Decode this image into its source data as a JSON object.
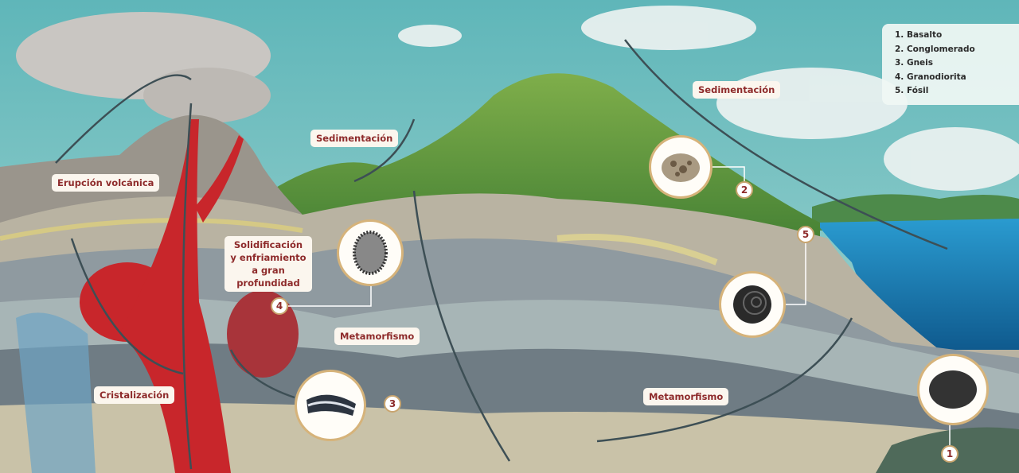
{
  "labels": {
    "eruption": "Erupción volcánica",
    "sedimentation_left": "Sedimentación",
    "sedimentation_right": "Sedimentación",
    "solidification": "Solidificación y enfriamiento a gran profundidad",
    "metamorphism_upper": "Metamorfismo",
    "metamorphism_lower": "Metamorfismo",
    "crystallization": "Cristalización"
  },
  "legend": {
    "items": [
      "1. Basalto",
      "2. Conglomerado",
      "3. Gneis",
      "4. Granodiorita",
      "5. Fósil"
    ]
  },
  "badges": {
    "basalt": "1",
    "conglomerate": "2",
    "gneiss": "3",
    "granodiorite": "4",
    "fossil": "5"
  },
  "colors": {
    "label_text": "#8e2b2b",
    "magma": "#c8262b",
    "ocean": "#1f7fb5",
    "circle_border": "#d6b37a"
  }
}
